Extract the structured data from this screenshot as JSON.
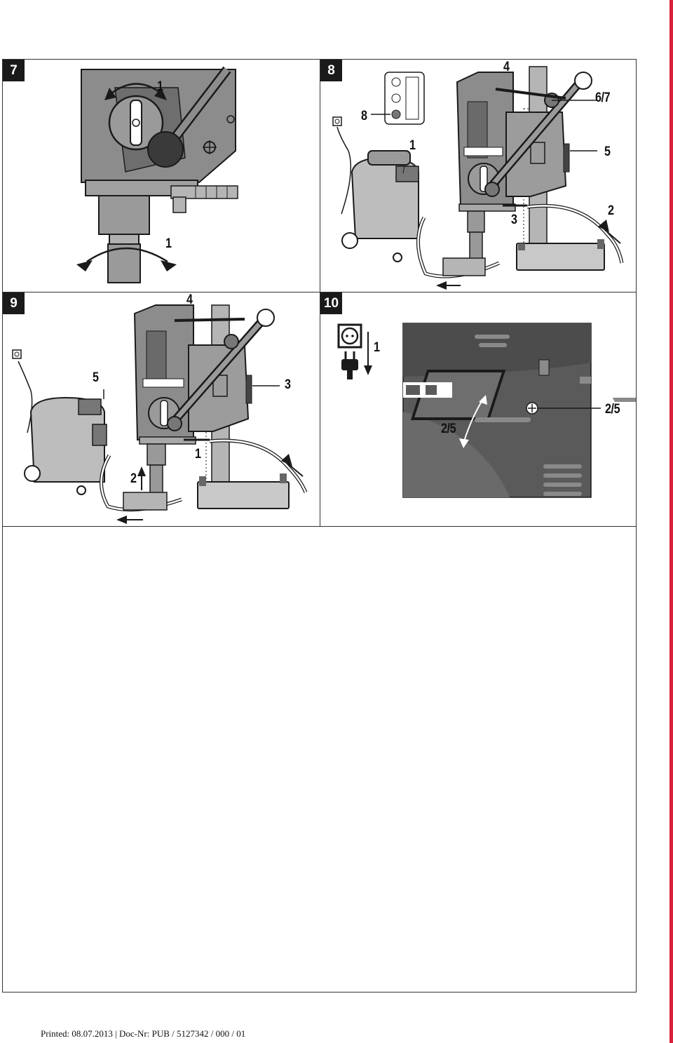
{
  "figures": [
    {
      "number": "7",
      "callouts": [
        "1",
        "1"
      ]
    },
    {
      "number": "8",
      "callouts": [
        "4",
        "6/7",
        "8",
        "1",
        "5",
        "3",
        "2"
      ]
    },
    {
      "number": "9",
      "callouts": [
        "4",
        "5",
        "3",
        "1",
        "2"
      ]
    },
    {
      "number": "10",
      "callouts": [
        "1",
        "2/5",
        "2/5"
      ]
    }
  ],
  "footer": {
    "text": "Printed: 08.07.2013 | Doc-Nr: PUB / 5127342 / 000 / 01"
  },
  "colors": {
    "accent_rule": "#d8203a",
    "line": "#1a1a1a",
    "machine_grey": "#8c8c8c",
    "dark_panel": "#5a5a5a"
  }
}
